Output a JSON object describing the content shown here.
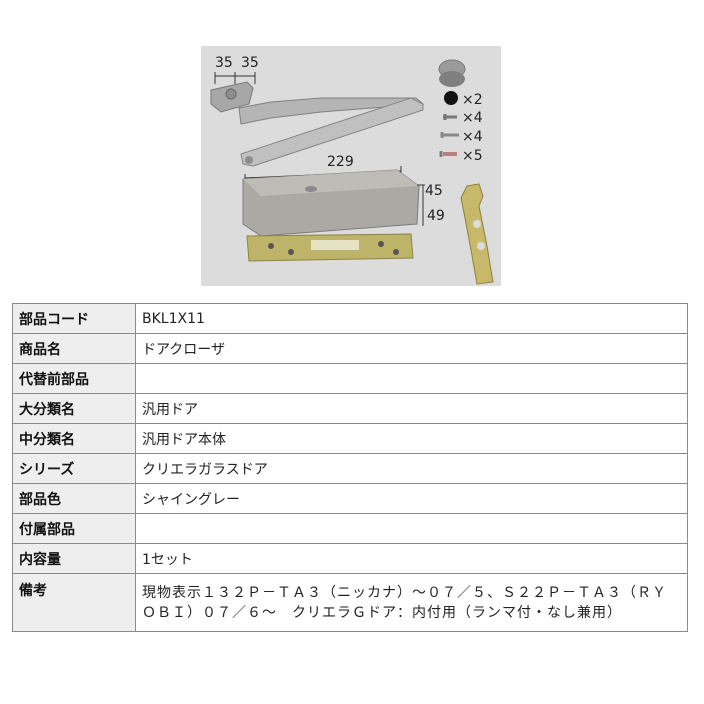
{
  "photo": {
    "dimensions": {
      "a": "35",
      "b": "35",
      "length": "229",
      "height1": "45",
      "height2": "49"
    },
    "quantities": {
      "cap": "×2",
      "screw_a": "×4",
      "screw_b": "×4",
      "screw_c": "×5"
    }
  },
  "spec": {
    "rows": [
      {
        "label": "部品コード",
        "value": "BKL1X11"
      },
      {
        "label": "商品名",
        "value": "ドアクローザ"
      },
      {
        "label": "代替前部品",
        "value": ""
      },
      {
        "label": "大分類名",
        "value": "汎用ドア"
      },
      {
        "label": "中分類名",
        "value": "汎用ドア本体"
      },
      {
        "label": "シリーズ",
        "value": "クリエラガラスドア"
      },
      {
        "label": "部品色",
        "value": "シャイングレー"
      },
      {
        "label": "付属部品",
        "value": ""
      },
      {
        "label": "内容量",
        "value": "1セット"
      },
      {
        "label": "備考",
        "value": "現物表示１３２Ｐ－ＴＡ３（ニッカナ）～０７／５、Ｓ２２Ｐ－ＴＡ３（ＲＹＯＢＩ）０７／６～　クリエラＧドア：内付用（ランマ付・なし兼用）"
      }
    ]
  }
}
